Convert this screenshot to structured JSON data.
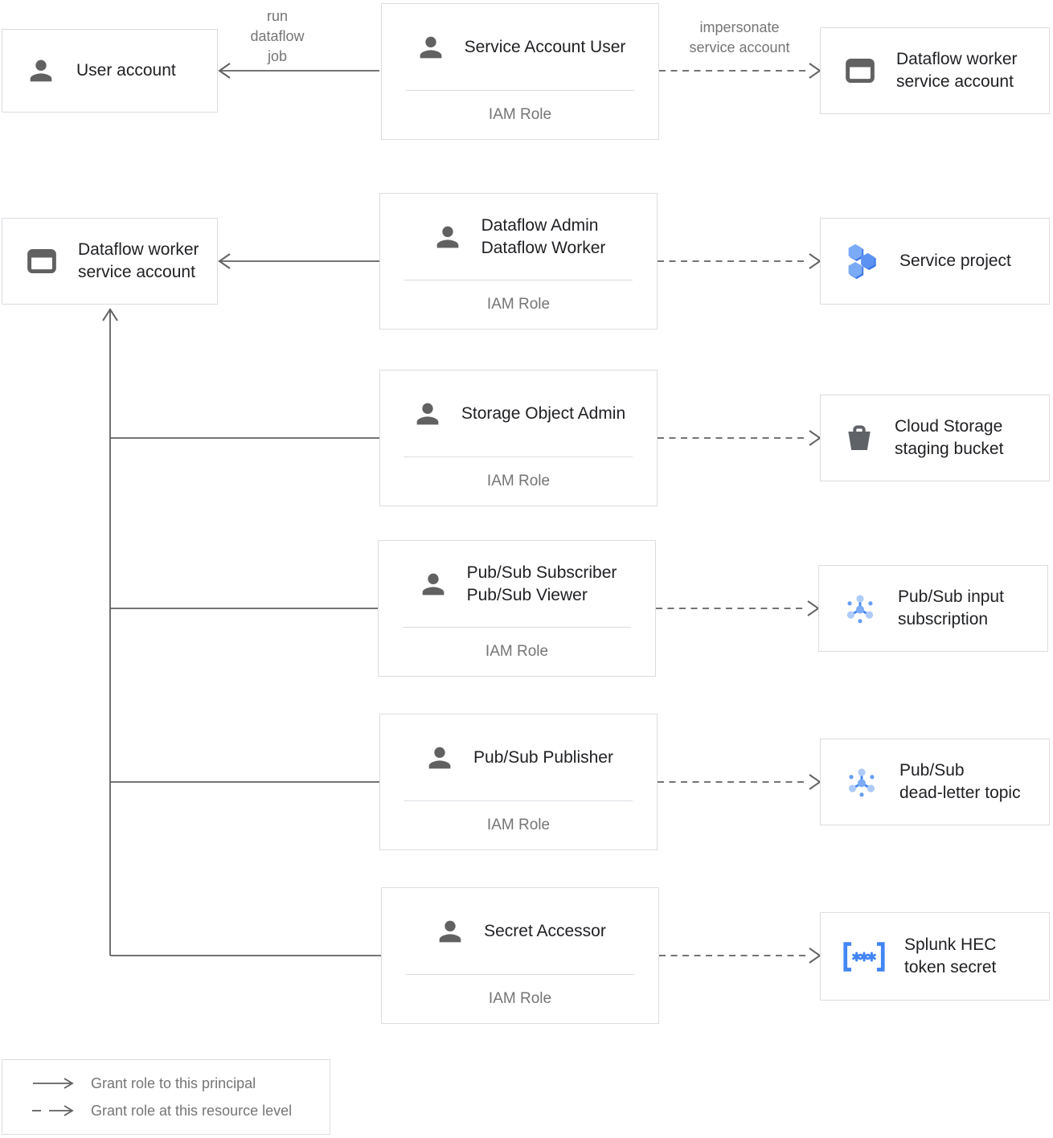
{
  "nodes": {
    "user_account": {
      "label": "User account",
      "icon": "person-icon"
    },
    "service_account_user": {
      "title": "Service Account User",
      "subtitle": "IAM Role",
      "icon": "person-icon"
    },
    "dataflow_worker_sa_right": {
      "label": "Dataflow worker\nservice account",
      "icon": "service-account-icon"
    },
    "dataflow_worker_sa_left": {
      "label": "Dataflow worker\nservice account",
      "icon": "service-account-icon"
    },
    "dataflow_admin_worker": {
      "title": "Dataflow Admin\nDataflow Worker",
      "subtitle": "IAM Role",
      "icon": "person-icon"
    },
    "service_project": {
      "label": "Service project",
      "icon": "project-icon"
    },
    "storage_object_admin": {
      "title": "Storage Object Admin",
      "subtitle": "IAM Role",
      "icon": "person-icon"
    },
    "cloud_storage_bucket": {
      "label": "Cloud Storage\nstaging bucket",
      "icon": "bucket-icon"
    },
    "pubsub_subscriber_viewer": {
      "title": "Pub/Sub Subscriber\nPub/Sub Viewer",
      "subtitle": "IAM Role",
      "icon": "person-icon"
    },
    "pubsub_input_subscription": {
      "label": "Pub/Sub input\nsubscription",
      "icon": "pubsub-icon"
    },
    "pubsub_publisher": {
      "title": "Pub/Sub Publisher",
      "subtitle": "IAM Role",
      "icon": "person-icon"
    },
    "pubsub_dead_letter_topic": {
      "label": "Pub/Sub\ndead-letter topic",
      "icon": "pubsub-icon"
    },
    "secret_accessor": {
      "title": "Secret Accessor",
      "subtitle": "IAM Role",
      "icon": "person-icon"
    },
    "splunk_hec_token_secret": {
      "label": "Splunk HEC\ntoken secret",
      "icon": "secret-icon"
    }
  },
  "edges": {
    "run_dataflow_job": {
      "label": "run\ndataflow\njob",
      "style": "solid"
    },
    "impersonate_service_account": {
      "label": "impersonate\nservice account",
      "style": "dashed"
    }
  },
  "legend": {
    "solid_label": "Grant role to this principal",
    "dashed_label": "Grant role at this resource level"
  },
  "colors": {
    "line": "#616161",
    "box_border": "#dadce0",
    "text_primary": "#202124",
    "text_muted": "#757575",
    "icon_gray": "#616161",
    "blue": "#4285f4",
    "blue_mid": "#669df6",
    "blue_light": "#7baaf7",
    "blue_pale": "#aecbfa"
  }
}
